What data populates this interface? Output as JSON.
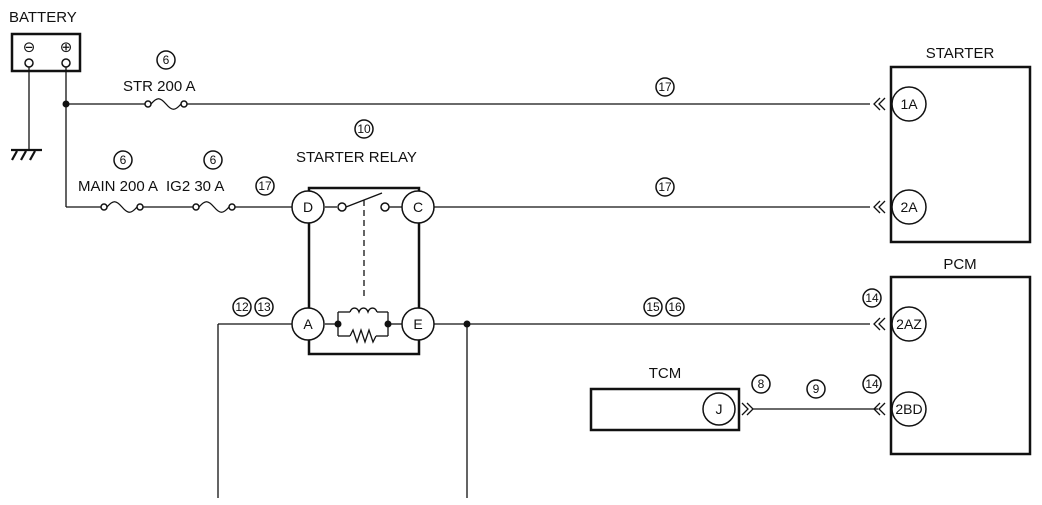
{
  "components": {
    "battery": "BATTERY",
    "starter": "STARTER",
    "starter_relay": "STARTER RELAY",
    "pcm": "PCM",
    "tcm": "TCM"
  },
  "battery_terminals": {
    "neg": "⊖",
    "pos": "⊕"
  },
  "fuses": {
    "str": "STR 200 A",
    "main": "MAIN 200 A",
    "ig2": "IG2 30 A"
  },
  "terminals": {
    "starter_1a": "1A",
    "starter_2a": "2A",
    "relay_d": "D",
    "relay_c": "C",
    "relay_a": "A",
    "relay_e": "E",
    "pcm_2az": "2AZ",
    "pcm_2bd": "2BD",
    "tcm_j": "J"
  },
  "refs": {
    "str_fuse": "6",
    "main_fuse": "6",
    "ig2_fuse": "6",
    "relay_title": "10",
    "relay_d": "17",
    "wire_1a": "17",
    "wire_2a": "17",
    "relay_a_1": "12",
    "relay_a_2": "13",
    "wire_e_1": "15",
    "wire_e_2": "16",
    "pcm_2az": "14",
    "pcm_2bd": "14",
    "tcm_j": "8",
    "wire_tcm": "9"
  }
}
